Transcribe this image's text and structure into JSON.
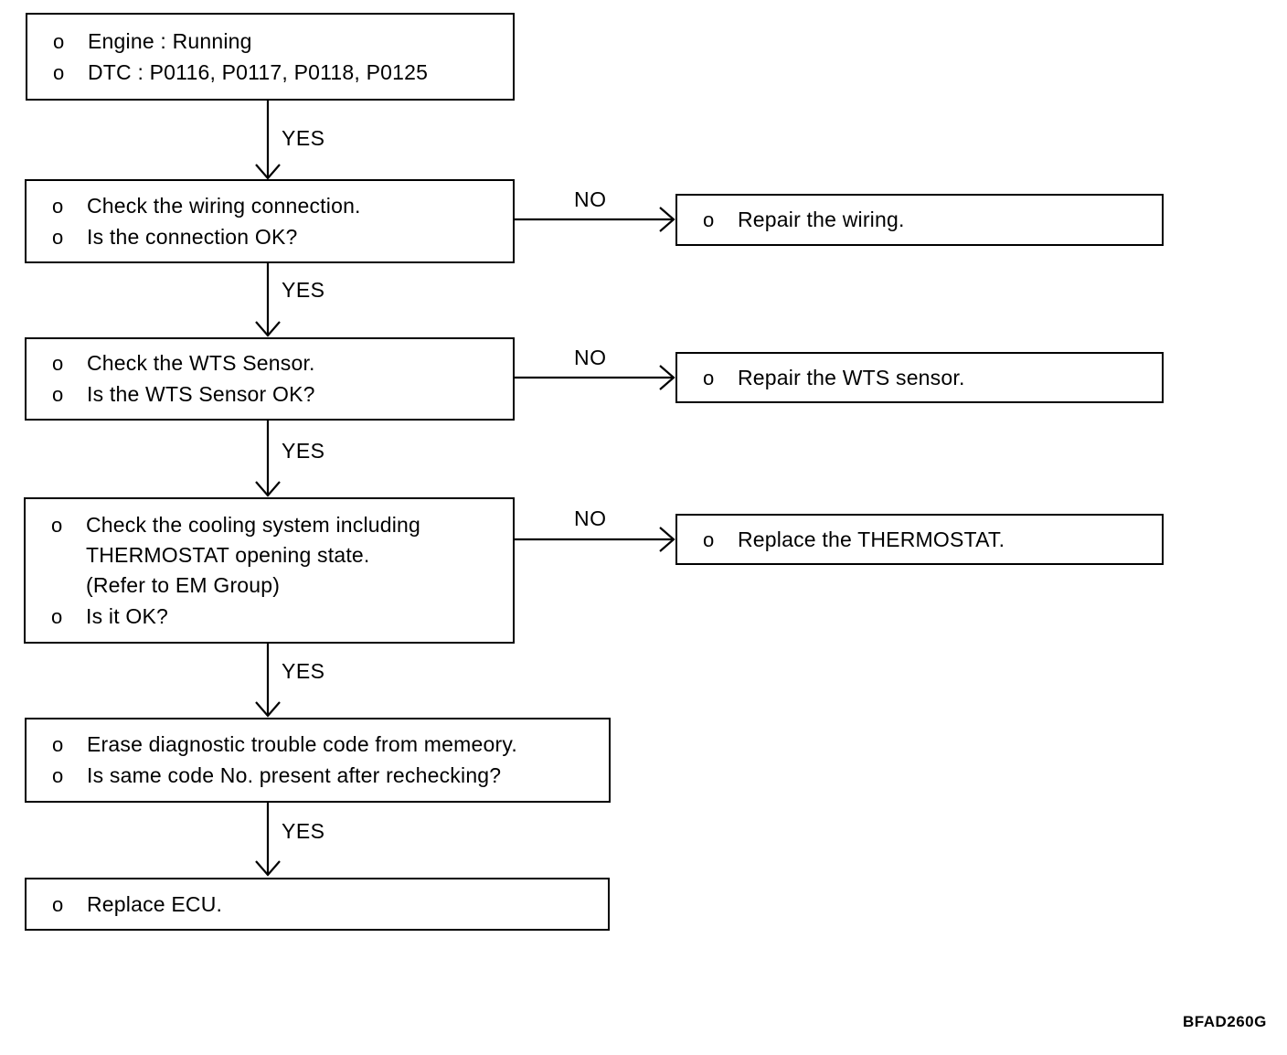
{
  "figure": {
    "code": "BFAD260G"
  },
  "labels": {
    "yes": "YES",
    "no": "NO",
    "bullet": "o"
  },
  "boxes": {
    "start": {
      "items": [
        "Engine : Running",
        "DTC : P0116, P0117, P0118, P0125"
      ]
    },
    "check_wiring": {
      "items": [
        "Check the wiring connection.",
        "Is the connection OK?"
      ]
    },
    "repair_wiring": {
      "items": [
        "Repair the wiring."
      ]
    },
    "check_wts": {
      "items": [
        "Check the WTS Sensor.",
        "Is the WTS Sensor OK?"
      ]
    },
    "repair_wts": {
      "items": [
        "Repair the WTS sensor."
      ]
    },
    "check_cooling": {
      "items": [
        "Check the cooling system including\nTHERMOSTAT opening state.\n(Refer to EM Group)",
        "Is it OK?"
      ]
    },
    "replace_thermostat": {
      "items": [
        "Replace the THERMOSTAT."
      ]
    },
    "erase_dtc": {
      "items": [
        "Erase diagnostic trouble code from memeory.",
        "Is same code No. present after rechecking?"
      ]
    },
    "replace_ecu": {
      "items": [
        "Replace ECU."
      ]
    }
  }
}
